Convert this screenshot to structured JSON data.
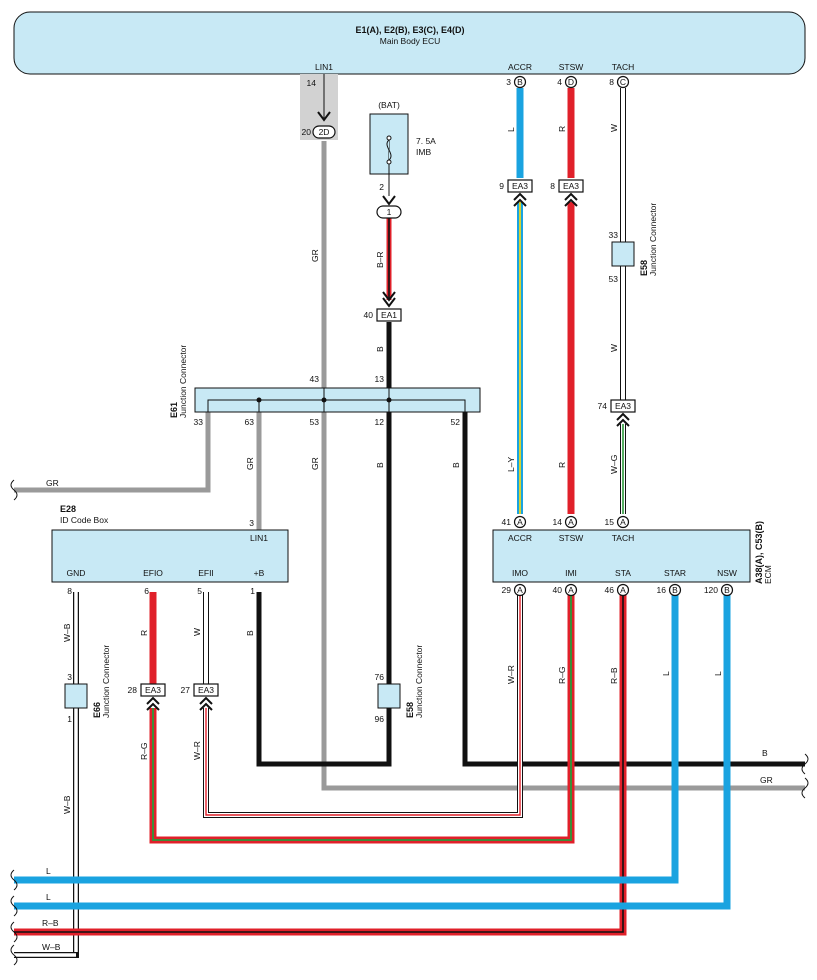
{
  "colors": {
    "L": "#1aa3e0",
    "R": "#e0202a",
    "B": "#111111",
    "GR": "#9a9a9a",
    "G": "#2a9a3a",
    "Y": "#e8d820",
    "box_fill": "#c8e9f5"
  },
  "ecu": {
    "ids": "E1(A), E2(B), E3(C), E4(D)",
    "name": "Main Body ECU"
  },
  "ecu_pins": {
    "lin1": {
      "name": "LIN1",
      "num": "14"
    },
    "accr": {
      "name": "ACCR",
      "num": "3",
      "conn": "B"
    },
    "stsw": {
      "name": "STSW",
      "num": "4",
      "conn": "D"
    },
    "tach": {
      "name": "TACH",
      "num": "8",
      "conn": "C"
    }
  },
  "pin_20": "20",
  "conn_2d": "2D",
  "fuse": {
    "bat": "(BAT)",
    "rating": "7. 5A",
    "name": "IMB",
    "pin": "2",
    "conn": "1"
  },
  "ea1": {
    "name": "EA1",
    "pin": "40"
  },
  "ea3_accr": {
    "name": "EA3",
    "pin": "9"
  },
  "ea3_stsw": {
    "name": "EA3",
    "pin": "8"
  },
  "ea3_tach": {
    "name": "EA3",
    "pin": "74"
  },
  "e58_top": {
    "id": "E58",
    "name": "Junction Connector",
    "pin_top": "33",
    "pin_bottom": "53"
  },
  "e61": {
    "id": "E61",
    "name": "Junction Connector",
    "pins_top": [
      "43",
      "13"
    ],
    "pins_bottom": [
      "33",
      "63",
      "53",
      "12",
      "52"
    ]
  },
  "e28": {
    "id": "E28",
    "name": "ID Code Box",
    "lin1": "LIN1",
    "lin1_pin": "3"
  },
  "e28_pins": [
    {
      "name": "GND",
      "num": "8"
    },
    {
      "name": "EFIO",
      "num": "6"
    },
    {
      "name": "EFII",
      "num": "5"
    },
    {
      "name": "+B",
      "num": "1"
    }
  ],
  "ecm": {
    "id": "A38(A), C53(B)",
    "name": "ECM"
  },
  "ecm_top_pins": [
    {
      "name": "ACCR",
      "num": "41",
      "conn": "A"
    },
    {
      "name": "STSW",
      "num": "14",
      "conn": "A"
    },
    {
      "name": "TACH",
      "num": "15",
      "conn": "A"
    }
  ],
  "ecm_bottom_pins": [
    {
      "name": "IMO",
      "num": "29",
      "conn": "A"
    },
    {
      "name": "IMI",
      "num": "40",
      "conn": "A"
    },
    {
      "name": "STA",
      "num": "46",
      "conn": "A"
    },
    {
      "name": "STAR",
      "num": "16",
      "conn": "B"
    },
    {
      "name": "NSW",
      "num": "120",
      "conn": "B"
    }
  ],
  "e66": {
    "id": "E66",
    "name": "Junction Connector",
    "pin_top": "3",
    "pin_bottom": "1"
  },
  "e58_bottom": {
    "id": "E58",
    "name": "Junction Connector",
    "pin_top": "76",
    "pin_bottom": "96"
  },
  "ea3_efio": {
    "name": "EA3",
    "pin": "28"
  },
  "ea3_efii": {
    "name": "EA3",
    "pin": "27"
  },
  "wire_labels": {
    "gr_main": "GR",
    "b_r": "B–R",
    "b_ea1": "B",
    "l_top": "L",
    "r_top": "R",
    "w_top": "W",
    "w_mid": "W",
    "w_g": "W–G",
    "l_y": "L–Y",
    "r_mid": "R",
    "gr_63": "GR",
    "gr_53": "GR",
    "b_12": "B",
    "b_52": "B",
    "gr_left": "GR",
    "w_b_top": "W–B",
    "r_efio": "R",
    "w_efii": "W",
    "b_plusb": "B",
    "w_r": "W–R",
    "r_g": "R–G",
    "r_b": "R–B",
    "l_star": "L",
    "l_nsw": "L",
    "r_g_low": "R–G",
    "w_r_low": "W–R",
    "w_b_low": "W–B",
    "b_right": "B",
    "gr_right": "GR",
    "l_b1": "L",
    "l_b2": "L",
    "r_b_bottom": "R–B",
    "w_b_bottom": "W–B"
  }
}
